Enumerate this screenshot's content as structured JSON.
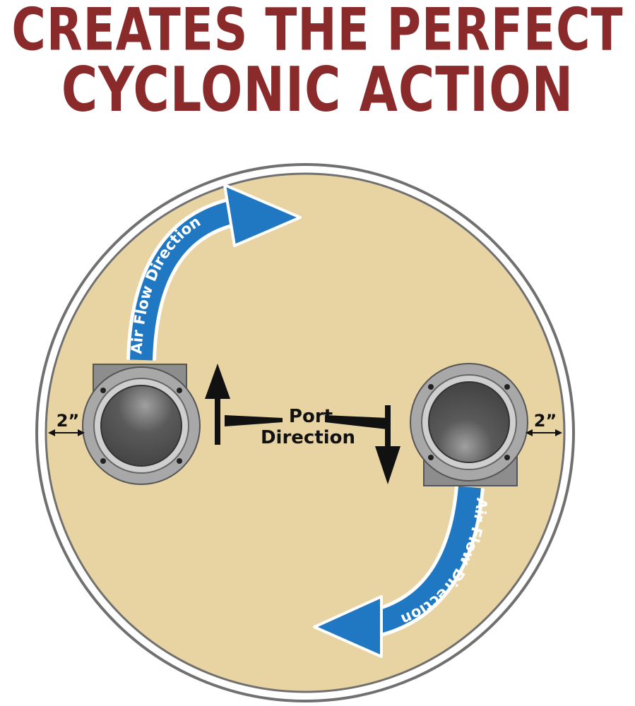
{
  "headline": {
    "line1": "CREATES THE PERFECT",
    "line2": "CYCLONIC ACTION"
  },
  "diagram": {
    "air_flow_label_top": "Air Flow Direction",
    "air_flow_label_bottom": "Air Flow Direction",
    "port_label_line1": "Port",
    "port_label_line2": "Direction",
    "clearance_left": "2”",
    "clearance_right": "2”"
  },
  "colors": {
    "headline": "#8a2a2a",
    "lid_fill": "#e8d3a3",
    "lid_rim": "#ffffff",
    "rim_outline": "#7a7a7a",
    "arrow_blue": "#1f78c1",
    "port_metal": "#9a9a9a",
    "port_dark": "#555555"
  }
}
